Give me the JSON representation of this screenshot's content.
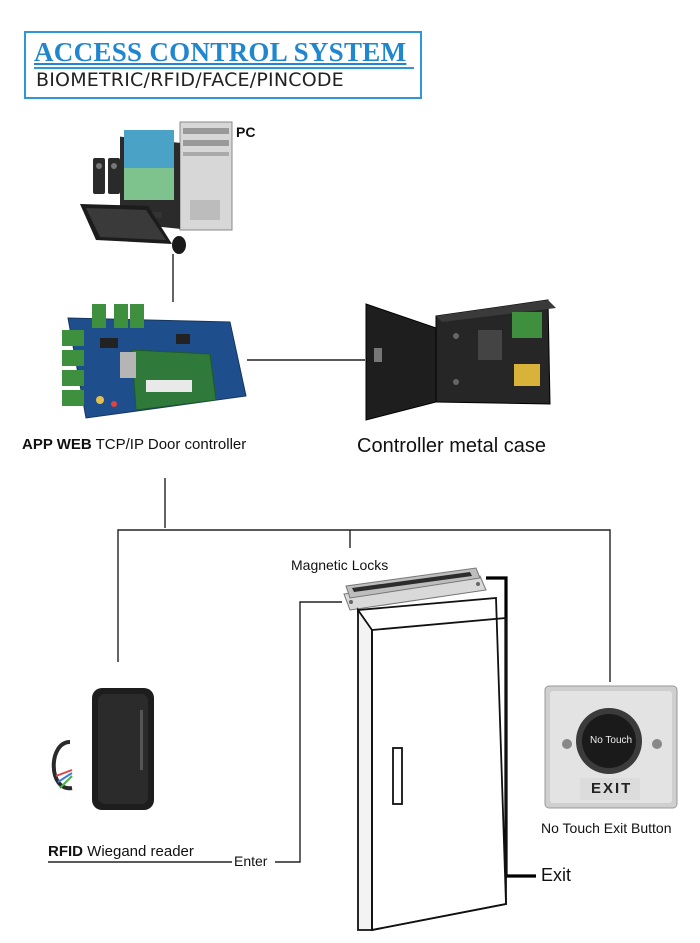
{
  "header": {
    "title": "ACCESS CONTROL SYSTEM",
    "subtitle": "BIOMETRIC/RFID/FACE/PINCODE"
  },
  "labels": {
    "pc": "PC",
    "controller_bold": "APP WEB",
    "controller_rest": " TCP/IP Door controller",
    "metal_case": "Controller metal case",
    "magnetic_locks": "Magnetic Locks",
    "rfid_bold": "RFID",
    "rfid_rest": " Wiegand reader",
    "enter": "Enter",
    "exit": "Exit",
    "exit_button": "No Touch Exit Button",
    "exit_button_face": "No Touch",
    "exit_plate": "EXIT"
  },
  "colors": {
    "title_blue": "#1f86cf",
    "board_blue": "#1e4f8c",
    "terminal_green": "#3e8f3e",
    "case_black": "#1e1e1e"
  }
}
